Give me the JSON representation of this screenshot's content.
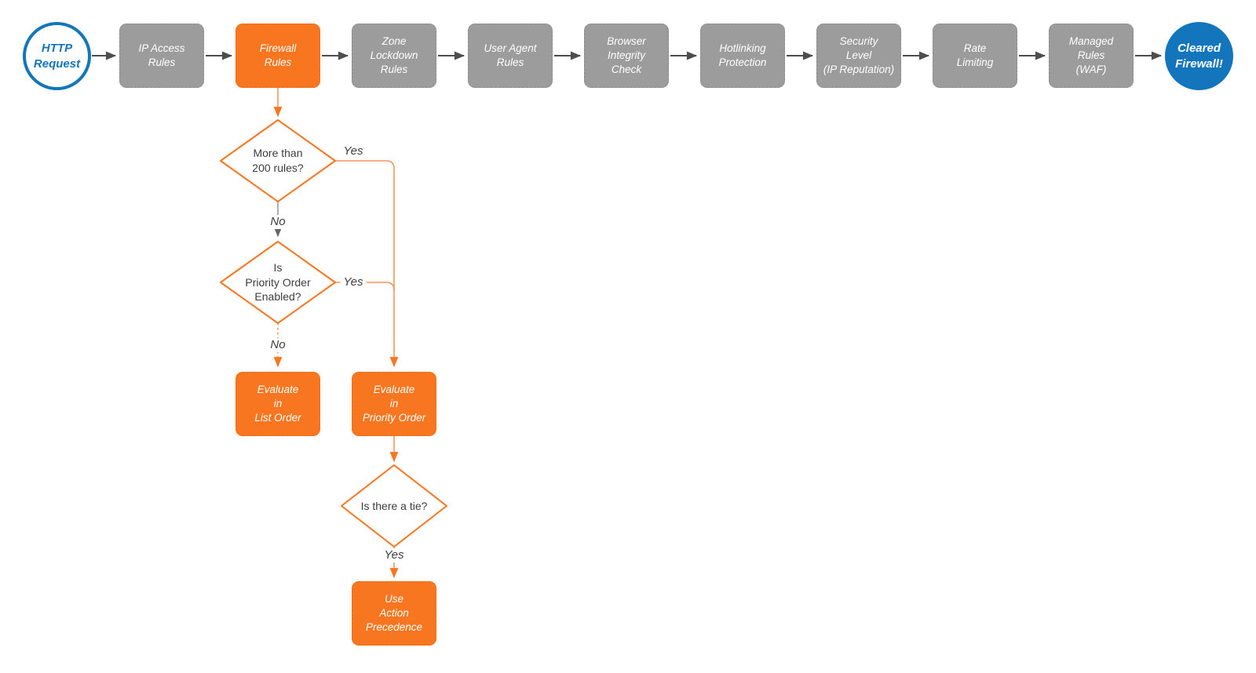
{
  "colors": {
    "accent_orange": "#F7761F",
    "connector_orange": "#F9945F",
    "step_gray": "#9C9C9C",
    "brand_blue": "#1375BC",
    "arrow_dark": "#4D4D4D",
    "text_dark": "#3D3D3D"
  },
  "start": {
    "label": "HTTP\nRequest"
  },
  "end": {
    "label": "Cleared\nFirewall!"
  },
  "pipeline": [
    {
      "label": "IP Access\nRules",
      "variant": "gray"
    },
    {
      "label": "Firewall\nRules",
      "variant": "orange"
    },
    {
      "label": "Zone\nLockdown\nRules",
      "variant": "gray"
    },
    {
      "label": "User Agent\nRules",
      "variant": "gray"
    },
    {
      "label": "Browser\nIntegrity\nCheck",
      "variant": "gray"
    },
    {
      "label": "Hotlinking\nProtection",
      "variant": "gray"
    },
    {
      "label": "Security\nLevel\n(IP Reputation)",
      "variant": "gray"
    },
    {
      "label": "Rate\nLimiting",
      "variant": "gray"
    },
    {
      "label": "Managed\nRules\n(WAF)",
      "variant": "gray"
    }
  ],
  "decisions": [
    {
      "label": "More than\n200 rules?"
    },
    {
      "label": "Is\nPriority Order\nEnabled?"
    },
    {
      "label": "Is there a tie?"
    }
  ],
  "actions": [
    {
      "label": "Evaluate\nin\nList Order"
    },
    {
      "label": "Evaluate\nin\nPriority Order"
    },
    {
      "label": "Use\nAction\nPrecedence"
    }
  ],
  "edge_labels": {
    "d1_yes": "Yes",
    "d1_no": "No",
    "d2_yes": "Yes",
    "d2_no": "No",
    "d3_yes": "Yes"
  }
}
